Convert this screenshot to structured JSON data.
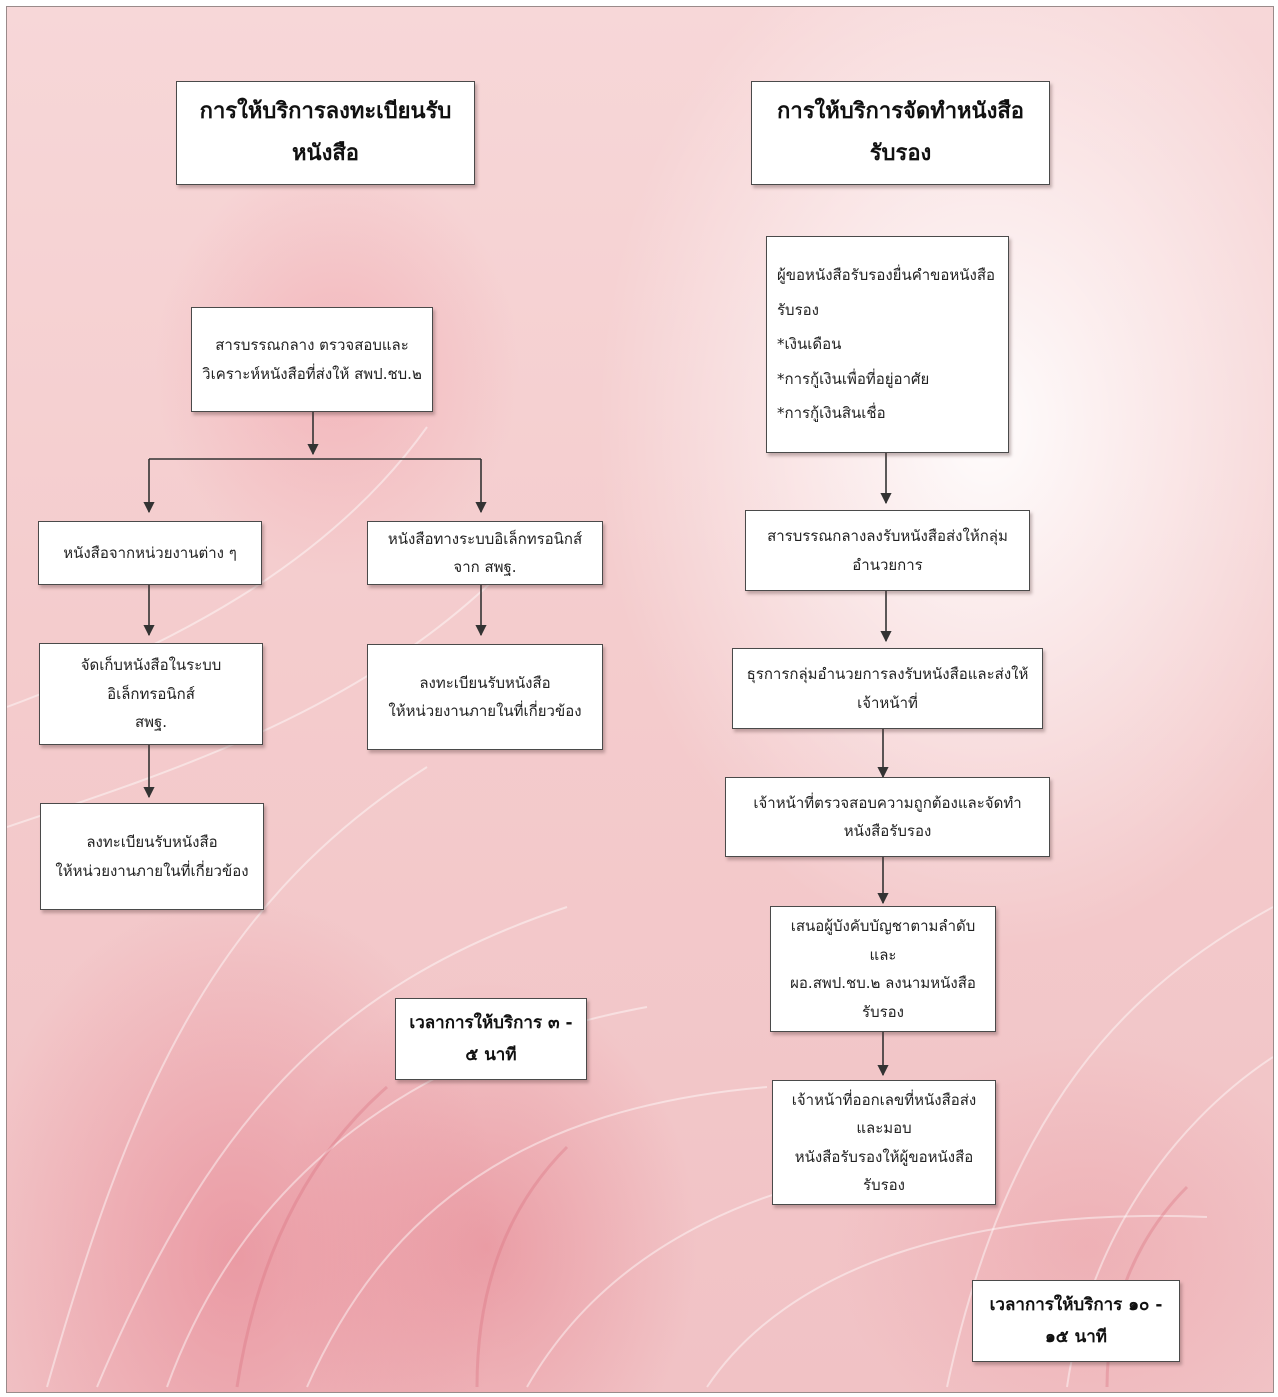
{
  "left_flow": {
    "title": "การให้บริการลงทะเบียนรับหนังสือ",
    "step_central": [
      "สารบรรณกลาง ตรวจสอบและ",
      "วิเคราะห์หนังสือที่ส่งให้ สพป.ชบ.๒"
    ],
    "branch_agencies": [
      "หนังสือจากหน่วยงานต่าง ๆ"
    ],
    "branch_electronic": [
      "หนังสือทางระบบอิเล็กทรอนิกส์จาก สพฐ."
    ],
    "agencies_store": [
      "จัดเก็บหนังสือในระบบอิเล็กทรอนิกส์",
      "สพฐ."
    ],
    "agencies_register": [
      "ลงทะเบียนรับหนังสือ",
      "ให้หน่วยงานภายในที่เกี่ยวข้อง"
    ],
    "electronic_register": [
      "ลงทะเบียนรับหนังสือ",
      "ให้หน่วยงานภายในที่เกี่ยวข้อง"
    ],
    "service_time": "เวลาการให้บริการ ๓ - ๕ นาที"
  },
  "right_flow": {
    "title": "การให้บริการจัดทำหนังสือรับรอง",
    "step_request": [
      "ผู้ขอหนังสือรับรองยื่นคำขอหนังสือรับรอง",
      "*เงินเดือน",
      "*การกู้เงินเพื่อที่อยู่อาศัย",
      "*การกู้เงินสินเชื่อ"
    ],
    "step_central": [
      "สารบรรณกลางลงรับหนังสือส่งให้กลุ่มอำนวยการ"
    ],
    "step_admin": [
      "ธุรการกลุ่มอำนวยการลงรับหนังสือและส่งให้เจ้าหน้าที่"
    ],
    "step_officer": [
      "เจ้าหน้าที่ตรวจสอบความถูกต้องและจัดทำหนังสือรับรอง"
    ],
    "step_sign": [
      "เสนอผู้บังคับบัญชาตามลำดับ และ",
      "ผอ.สพป.ชบ.๒ ลงนามหนังสือรับรอง"
    ],
    "step_issue": [
      "เจ้าหน้าที่ออกเลขที่หนังสือส่งและมอบ",
      "หนังสือรับรองให้ผู้ขอหนังสือรับรอง"
    ],
    "service_time": "เวลาการให้บริการ ๑๐ - ๑๕ นาที"
  },
  "colors": {
    "background": "#f4cccd",
    "box_fill": "#ffffff",
    "box_border": "#4a4a4a",
    "connector": "#333333"
  }
}
